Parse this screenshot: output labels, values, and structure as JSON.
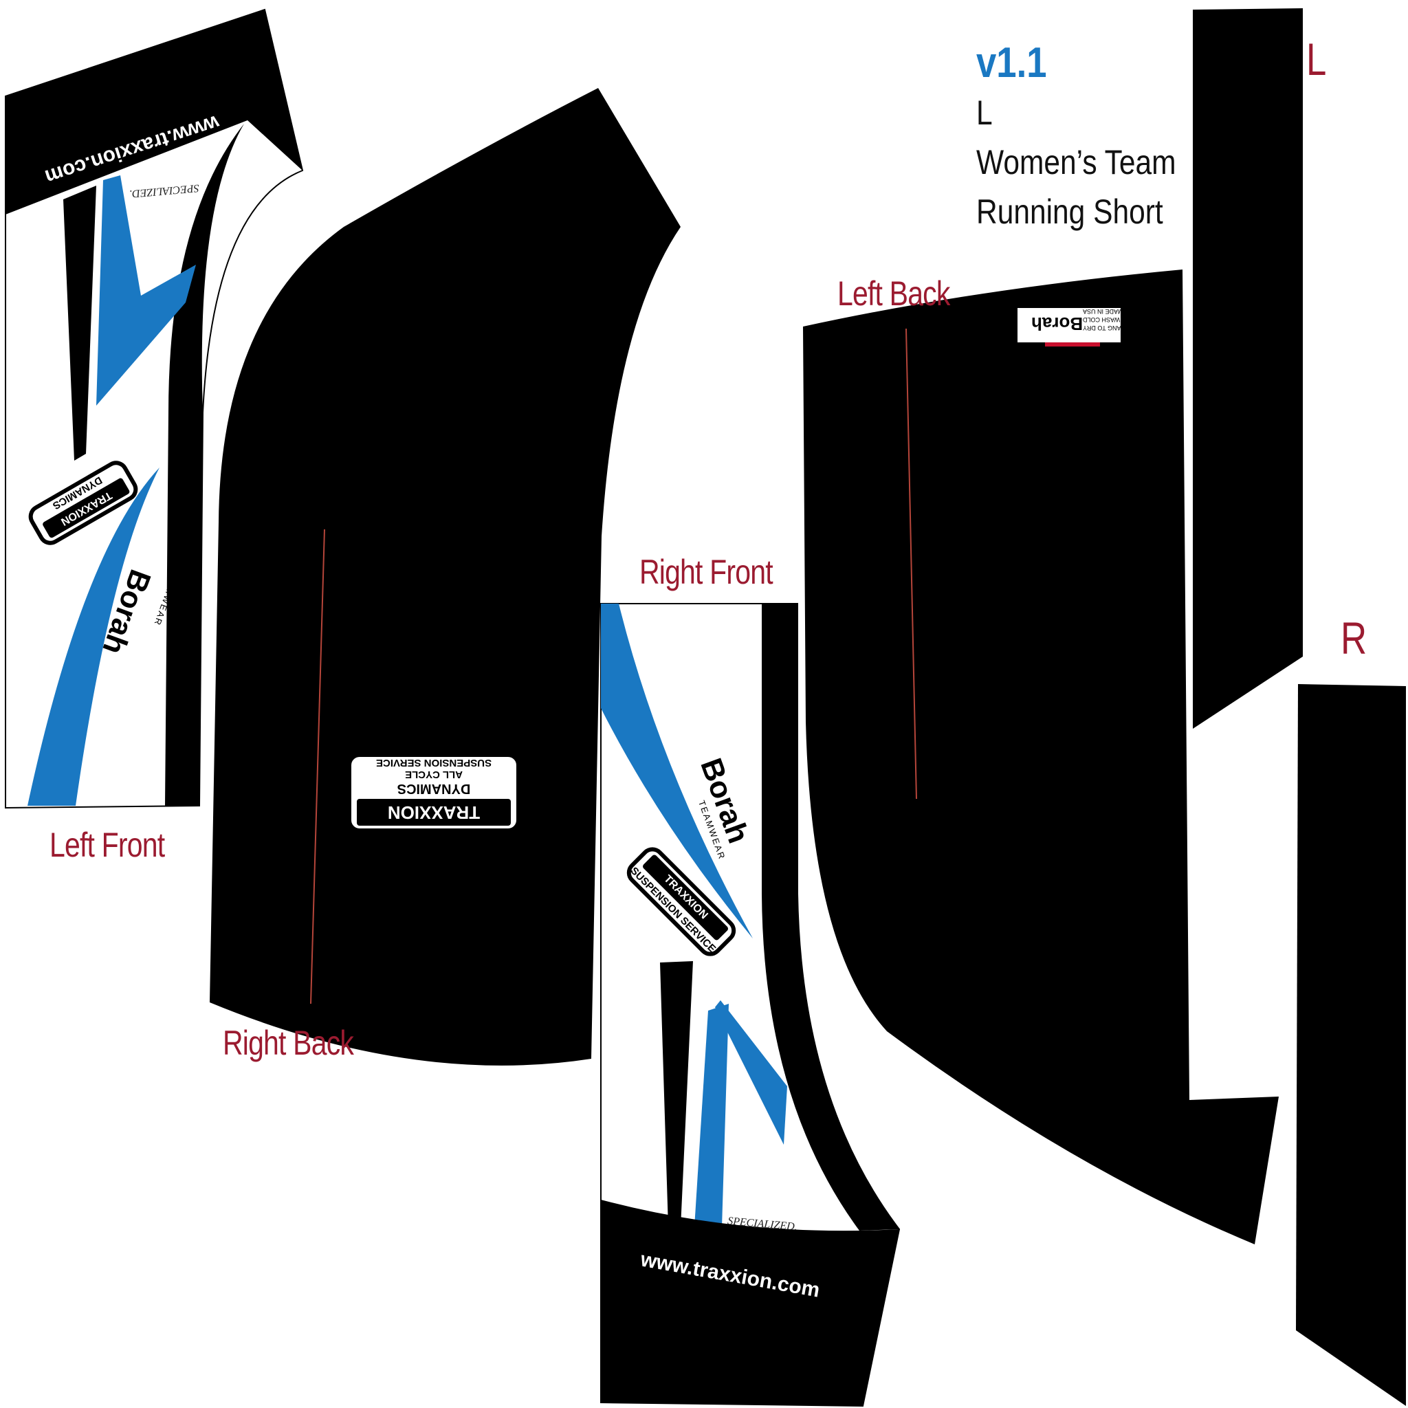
{
  "info": {
    "version": "v1.1",
    "size": "L",
    "title_line1": "Women’s Team",
    "title_line2": "Running Short"
  },
  "panels": {
    "left_front": "Left Front",
    "right_back": "Right Back",
    "right_front": "Right Front",
    "left_back": "Left Back"
  },
  "strips": {
    "left": "L",
    "right": "R"
  },
  "print": {
    "website": "www.traxxion.com",
    "brand": "Borah",
    "brand_sub": "TEAMWEAR",
    "sponsor": "SPECIALIZED.",
    "traxxion_line1": "TRAXXION",
    "traxxion_line2": "DYNAMICS",
    "traxxion_line3": "ALL CYCLE",
    "traxxion_line4": "SUSPENSION SERVICE",
    "care_label_line1": "MADE IN USA",
    "care_label_line2": "WASH COLD",
    "care_label_line3": "HANG TO DRY"
  },
  "colors": {
    "panel_black": "#000000",
    "accent_blue": "#1a78c2",
    "label_red": "#9b1b30"
  }
}
